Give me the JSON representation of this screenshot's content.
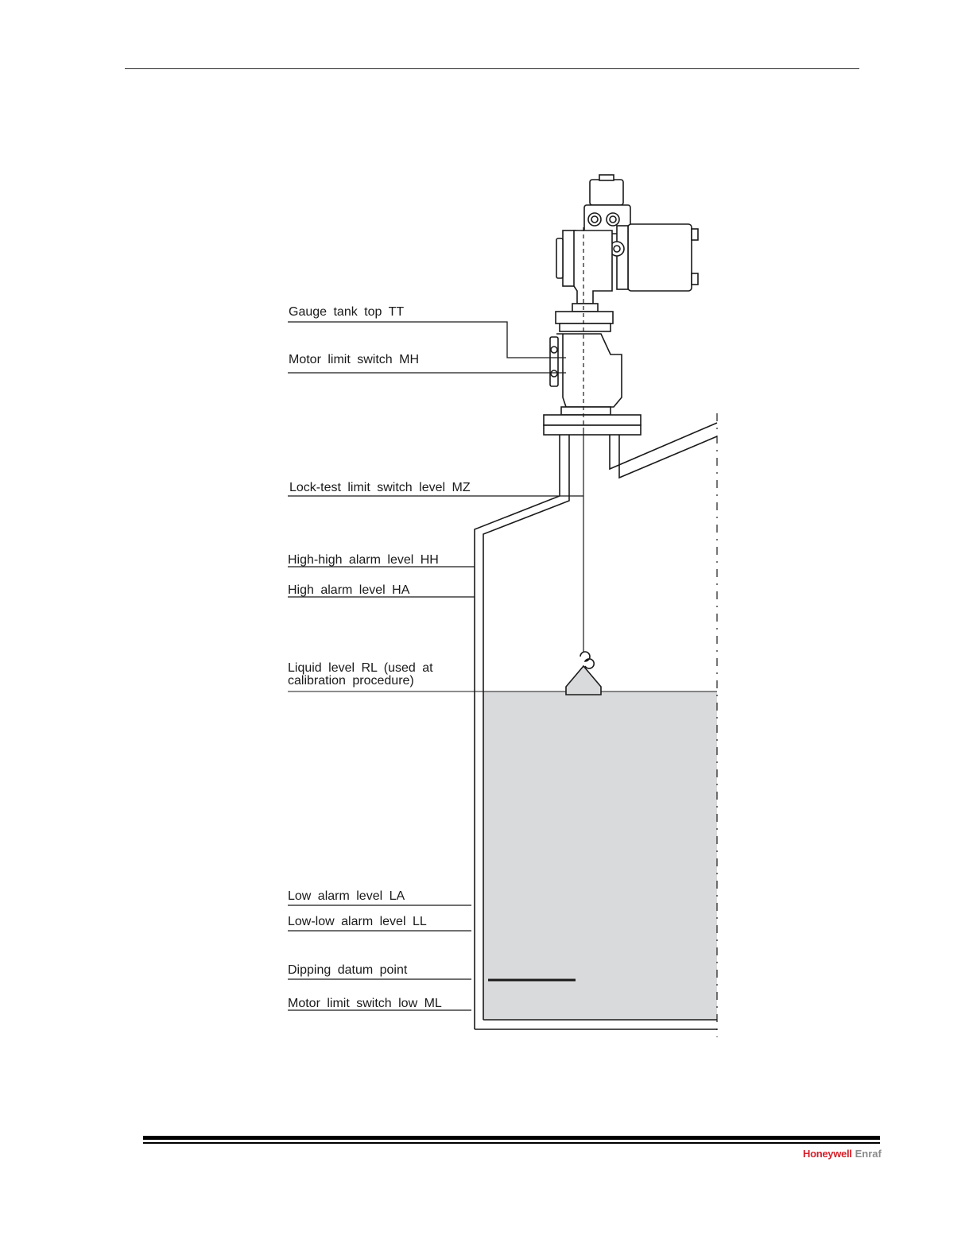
{
  "labels": {
    "tank_top": "Gauge  tank  top  TT",
    "motor_high": "Motor  limit  switch  MH",
    "lock_test": "Lock-test  limit  switch  level  MZ",
    "high_high": "High-high  alarm  level  HH",
    "high_alarm": "High  alarm  level  HA",
    "liquid_level_1": "Liquid  level  RL  (used  at",
    "liquid_level_2": "calibration  procedure)",
    "low_alarm": "Low  alarm  level  LA",
    "low_low": "Low-low  alarm  level  LL",
    "dipping_datum": "Dipping  datum  point",
    "motor_low": "Motor  limit  switch  low  ML"
  },
  "brand": {
    "name": "Honeywell",
    "suffix": "Enraf"
  },
  "colors": {
    "liquid": "#d9dadc",
    "line": "#1a1a1a",
    "brand_red": "#d4202a"
  }
}
